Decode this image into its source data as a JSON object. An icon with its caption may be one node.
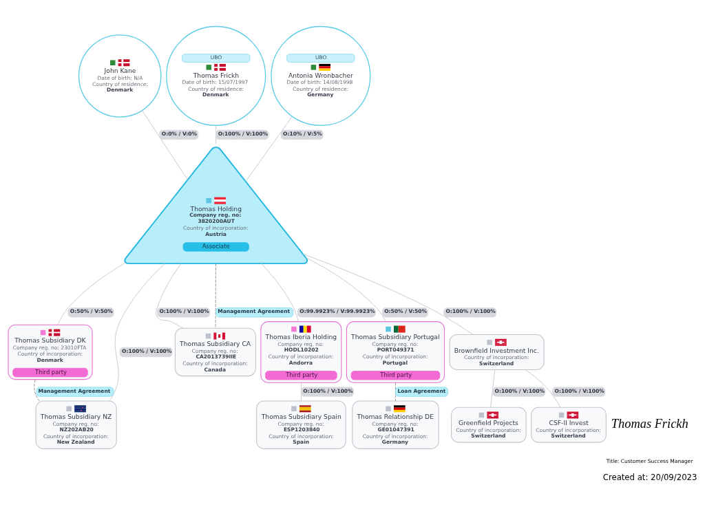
{
  "diagram": {
    "nodes": [
      {
        "text": [
          "John Kane",
          "Date of birth: N/A",
          "Country of residence:",
          "Denmark"
        ]
      },
      {
        "text": [
          "UBO",
          "Thomas Frickh",
          "Date of birth: 15/07/1997",
          "Country of residence:",
          "Denmark"
        ]
      },
      {
        "text": [
          "UBO",
          "Antonia Wronbacher",
          "Date of birth: 14/08/1998",
          "Country of residence:",
          "Germany"
        ]
      },
      {
        "text": [
          "Thomas Holding",
          "Company reg. no:",
          "3820200AUT",
          "Country of incorporation:",
          "Austria",
          "Associate"
        ]
      },
      {
        "text": [
          "Thomas Subsidiary DK",
          "Company reg. no: 23010FTA",
          "Country of incorporation:",
          "Denmark",
          "Third party"
        ]
      },
      {
        "text": [
          "Thomas Iberia Holding",
          "Company reg. no:",
          "HODL10202",
          "Country of incorporation:",
          "Andorra",
          "Third party"
        ]
      },
      {
        "text": [
          "Thomas Subsidiary Portugal",
          "Company reg. no:",
          "PORT049371",
          "Country of incorporation:",
          "Portugal",
          "Third party"
        ]
      },
      {
        "text": [
          "Brownfield Investment Inc.",
          "Country of incorporation:",
          "Switzerland"
        ]
      },
      {
        "text": [
          "Greenfield Projects",
          "Country of incorporation:",
          "Switzerland"
        ]
      },
      {
        "text": [
          "CSF-II Invest",
          "Country of incorporation:",
          "Switzerland"
        ]
      },
      {
        "text": [
          "Thomas Subsidiary NZ",
          "Company reg. no:",
          "NZ202AB20",
          "Country of incorporation:",
          "New Zealand"
        ]
      },
      {
        "text": [
          "Thomas Subsidiary CA",
          "Company reg. no:",
          "CA2013739IIE",
          "Country of incorporation:",
          "Canada"
        ]
      },
      {
        "text": [
          "Thomas Subsidiary Spain",
          "Company reg. no:",
          "ESP1203840",
          "Country of incorporation:",
          "Spain"
        ]
      },
      {
        "text": [
          "Thomas Relationship DE",
          "Company reg. no:",
          "GE01047391",
          "Country of incorporation:",
          "Germany"
        ]
      }
    ],
    "edges": [
      {
        "from": 0,
        "to": 3,
        "arrow": "none",
        "label": "O:0% / V:0%"
      },
      {
        "from": 1,
        "to": 3,
        "arrow": "none",
        "label": "O:100% / V:100%"
      },
      {
        "from": 2,
        "to": 3,
        "arrow": "none",
        "label": "O:10% / V:5%"
      },
      {
        "from": 3,
        "to": 4,
        "arrow": "none",
        "label": "O:50% / V:50%"
      },
      {
        "from": 3,
        "to": 10,
        "arrow": "none",
        "label": "O:100% / V:100%"
      },
      {
        "from": 3,
        "to": 11,
        "arrow": "none",
        "label": "O:100% / V:100%"
      },
      {
        "from": 3,
        "to": 11,
        "arrow": "none",
        "label": "Management Agreement",
        "style": "dashed",
        "color": "#8f8f8f"
      },
      {
        "from": 3,
        "to": 5,
        "arrow": "none",
        "label": "O:99.9923% / V:99.9923%"
      },
      {
        "from": 3,
        "to": 6,
        "arrow": "none",
        "label": "O:50% / V:50%"
      },
      {
        "from": 3,
        "to": 7,
        "arrow": "none",
        "label": "O:100% / V:100%"
      },
      {
        "from": 4,
        "to": 10,
        "arrow": "none",
        "label": "Management Agreement",
        "style": "dashed",
        "color": "#8f8f8f"
      },
      {
        "from": 5,
        "to": 12,
        "arrow": "none",
        "label": "O:100% / V:100%"
      },
      {
        "from": 6,
        "to": 13,
        "arrow": "none",
        "label": "Loan Agreement",
        "style": "dashed",
        "color": "#8f8f8f"
      },
      {
        "from": 7,
        "to": 8,
        "arrow": "none",
        "label": "O:100% / V:100%"
      },
      {
        "from": 7,
        "to": 9,
        "arrow": "none",
        "label": "O:100% / V:100%"
      }
    ],
    "labels": [
      "Thomas Frickh",
      "Title: Customer Success Manager",
      "Created at: 20/09/2023"
    ]
  }
}
